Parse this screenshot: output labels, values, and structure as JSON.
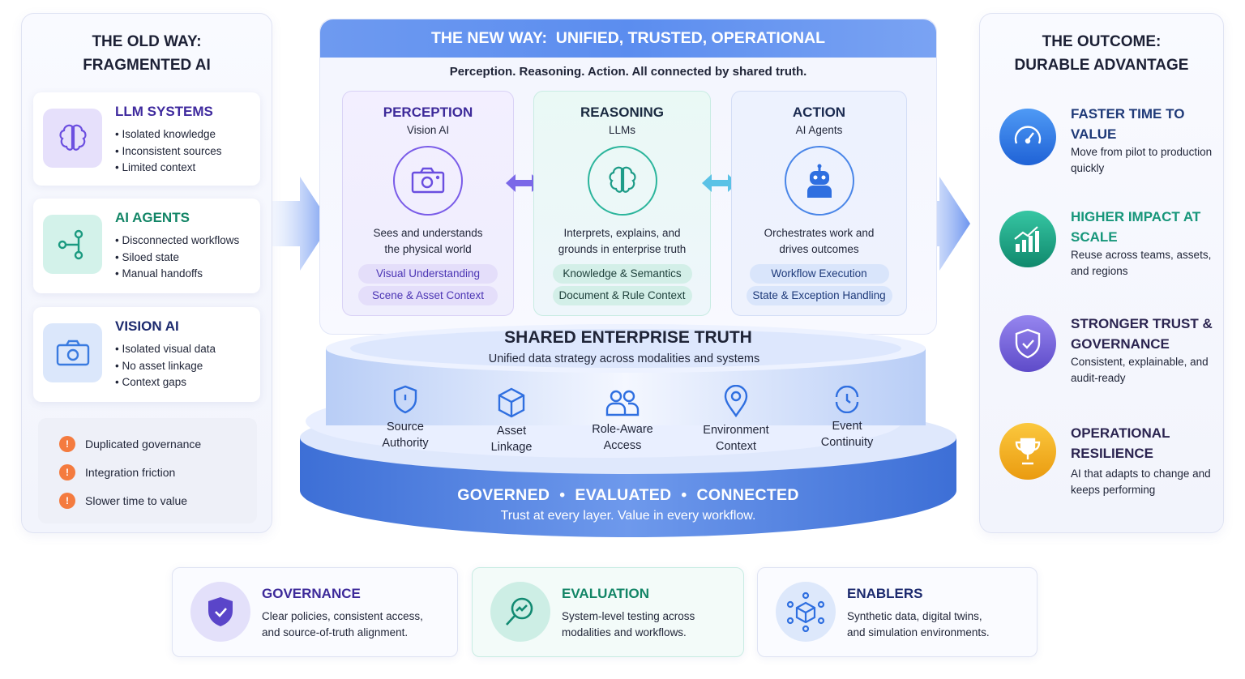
{
  "old_way": {
    "title_line1": "THE OLD WAY:",
    "title_line2": "FRAGMENTED AI",
    "cards": [
      {
        "title": "LLM SYSTEMS",
        "icon": "brain-icon",
        "color": "#3f2a9e",
        "items": [
          "Isolated knowledge",
          "Inconsistent sources",
          "Limited context"
        ]
      },
      {
        "title": "AI AGENTS",
        "icon": "workflow-nodes-icon",
        "color": "#128566",
        "items": [
          "Disconnected workflows",
          "Siloed state",
          "Manual handoffs"
        ]
      },
      {
        "title": "VISION AI",
        "icon": "camera-icon",
        "color": "#1c2a6e",
        "items": [
          "Isolated visual data",
          "No asset linkage",
          "Context gaps"
        ]
      }
    ],
    "issues": [
      "Duplicated governance",
      "Integration friction",
      "Slower time to value"
    ]
  },
  "new_way": {
    "header": "THE NEW WAY:  UNIFIED, TRUSTED, OPERATIONAL",
    "subtitle": "Perception. Reasoning. Action. All connected by shared truth.",
    "columns": [
      {
        "title": "PERCEPTION",
        "subtitle": "Vision AI",
        "icon": "camera-icon",
        "desc1": "Sees and understands",
        "desc2": "the physical world",
        "tags": [
          "Visual Understanding",
          "Scene & Asset Context"
        ]
      },
      {
        "title": "REASONING",
        "subtitle": "LLMs",
        "icon": "brain-icon",
        "desc1": "Interprets, explains, and",
        "desc2": "grounds in enterprise truth",
        "tags": [
          "Knowledge & Semantics",
          "Document & Rule Context"
        ]
      },
      {
        "title": "ACTION",
        "subtitle": "AI Agents",
        "icon": "robot-icon",
        "desc1": "Orchestrates work and",
        "desc2": "drives outcomes",
        "tags": [
          "Workflow Execution",
          "State & Exception Handling"
        ]
      }
    ]
  },
  "platform": {
    "title": "SHARED ENTERPRISE TRUTH",
    "subtitle": "Unified data strategy across modalities and systems",
    "pillars": [
      {
        "line1": "Source",
        "line2": "Authority",
        "icon": "shield-icon"
      },
      {
        "line1": "Asset",
        "line2": "Linkage",
        "icon": "cube-icon"
      },
      {
        "line1": "Role-Aware",
        "line2": "Access",
        "icon": "users-icon"
      },
      {
        "line1": "Environment",
        "line2": "Context",
        "icon": "location-pin-icon"
      },
      {
        "line1": "Event",
        "line2": "Continuity",
        "icon": "clock-cycle-icon"
      }
    ],
    "base_words": [
      "GOVERNED",
      "EVALUATED",
      "CONNECTED"
    ],
    "base_sep": "•",
    "base_tagline": "Trust at every layer. Value in every workflow."
  },
  "outcome": {
    "title_line1": "THE OUTCOME:",
    "title_line2": "DURABLE ADVANTAGE",
    "items": [
      {
        "title": "FASTER TIME TO VALUE",
        "desc": "Move from pilot to production quickly",
        "icon": "speedometer-icon",
        "color": "#2d6fe0"
      },
      {
        "title": "HIGHER IMPACT AT SCALE",
        "desc": "Reuse across teams, assets, and regions",
        "icon": "growth-chart-icon",
        "color": "#16967a"
      },
      {
        "title": "STRONGER TRUST & GOVERNANCE",
        "desc": "Consistent, explainable, and audit-ready",
        "icon": "shield-check-icon",
        "color": "#2b2450"
      },
      {
        "title": "OPERATIONAL RESILIENCE",
        "desc": "AI that adapts to change and keeps performing",
        "icon": "trophy-icon",
        "color": "#2b2450"
      }
    ]
  },
  "bottom": [
    {
      "title": "GOVERNANCE",
      "line1": "Clear policies, consistent access,",
      "line2": "and source-of-truth alignment.",
      "icon": "shield-check-icon"
    },
    {
      "title": "EVALUATION",
      "line1": "System-level testing across",
      "line2": "modalities and workflows.",
      "icon": "magnifier-chart-icon"
    },
    {
      "title": "ENABLERS",
      "line1": "Synthetic data, digital twins,",
      "line2": "and simulation environments.",
      "icon": "network-cube-icon"
    }
  ],
  "colors": {
    "accent_blue": "#5b8def",
    "purple": "#6c5ce7",
    "teal": "#1fb59a",
    "orange": "#f47b3f"
  }
}
